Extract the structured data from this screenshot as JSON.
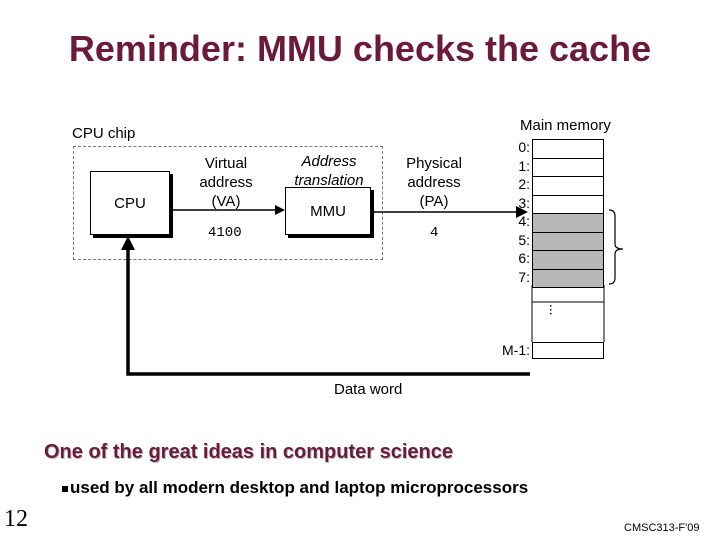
{
  "title": "Reminder: MMU checks the cache",
  "cpu_chip_label": "CPU chip",
  "cpu_label": "CPU",
  "va_label": [
    "Virtual",
    "address",
    "(VA)"
  ],
  "va_value": "4100",
  "translation_label": [
    "Address",
    "translation"
  ],
  "mmu_label": "MMU",
  "pa_label": [
    "Physical",
    "address",
    "(PA)"
  ],
  "pa_value": "4",
  "main_memory_label": "Main memory",
  "memory_rows": [
    "0:",
    "1:",
    "2:",
    "3:",
    "4:",
    "5:",
    "6:",
    "7:"
  ],
  "shaded_rows": [
    4,
    5,
    6,
    7
  ],
  "ellipsis": "...",
  "last_row_label": "M-1:",
  "data_word_label": "Data word",
  "headline": "One of the great ideas in computer science",
  "bullet": {
    "icon": "square-bullet-icon",
    "text": "used by all modern desktop and laptop microprocessors"
  },
  "slide_number": "12",
  "footer": "CMSC313-F'09",
  "colors": {
    "title": "#6b1a3a",
    "shaded_cell": "#b8b8b8"
  }
}
